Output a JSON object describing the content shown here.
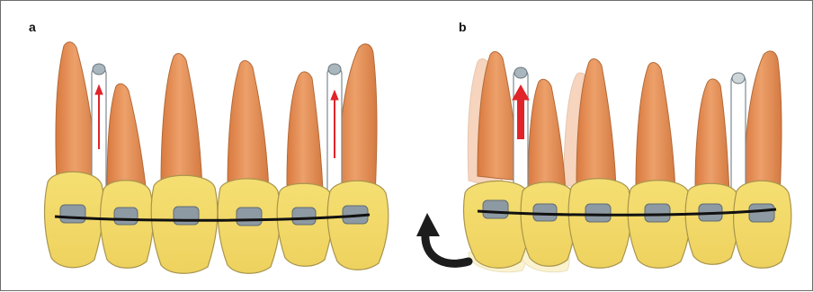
{
  "panels": [
    {
      "label": "a"
    },
    {
      "label": "b"
    }
  ],
  "colors": {
    "root": "#e8935a",
    "root_shadow": "#d27a44",
    "crown": "#f2d86a",
    "crown_edge": "#b8a45a",
    "bracket": "#8e9aa3",
    "wire": "#111111",
    "arrow": "#e0242a",
    "rotation_arrow": "#1c1c1c",
    "border": "#6d6d6d"
  },
  "icons": {
    "extrusion_arrow": "red-upward-arrow",
    "rotation_arrow": "black-curved-arrow"
  }
}
